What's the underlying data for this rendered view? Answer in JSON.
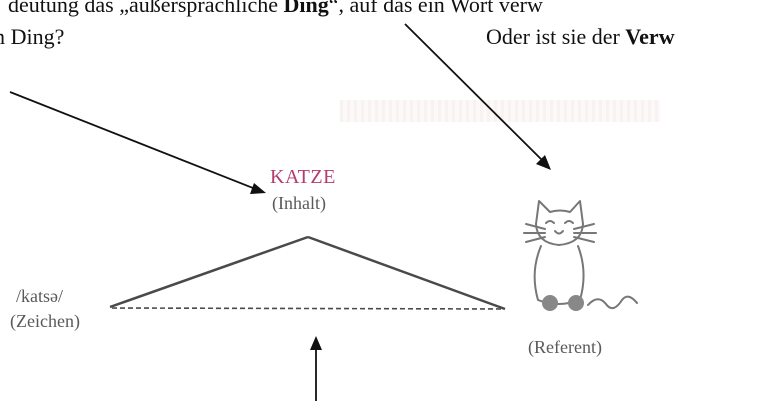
{
  "text": {
    "line1_a": "deutung das „außersprachliche ",
    "line1_bold": "Ding",
    "line1_b": "“, auf das ein Wort verw",
    "line2": "m Ding?",
    "line3_a": "Oder ist sie der ",
    "line3_bold": "Verw"
  },
  "diagram": {
    "concept": "KATZE",
    "concept_role": "(Inhalt)",
    "sign": "/katsə/",
    "sign_role": "(Zeichen)",
    "referent_role": "(Referent)"
  },
  "colors": {
    "concept_accent": "#b53a6e",
    "label_gray": "#5a5a5a",
    "arrow": "#111111",
    "triangle": "#4a4a4a",
    "cat": "#777777"
  },
  "icons": [
    "cat-icon"
  ]
}
